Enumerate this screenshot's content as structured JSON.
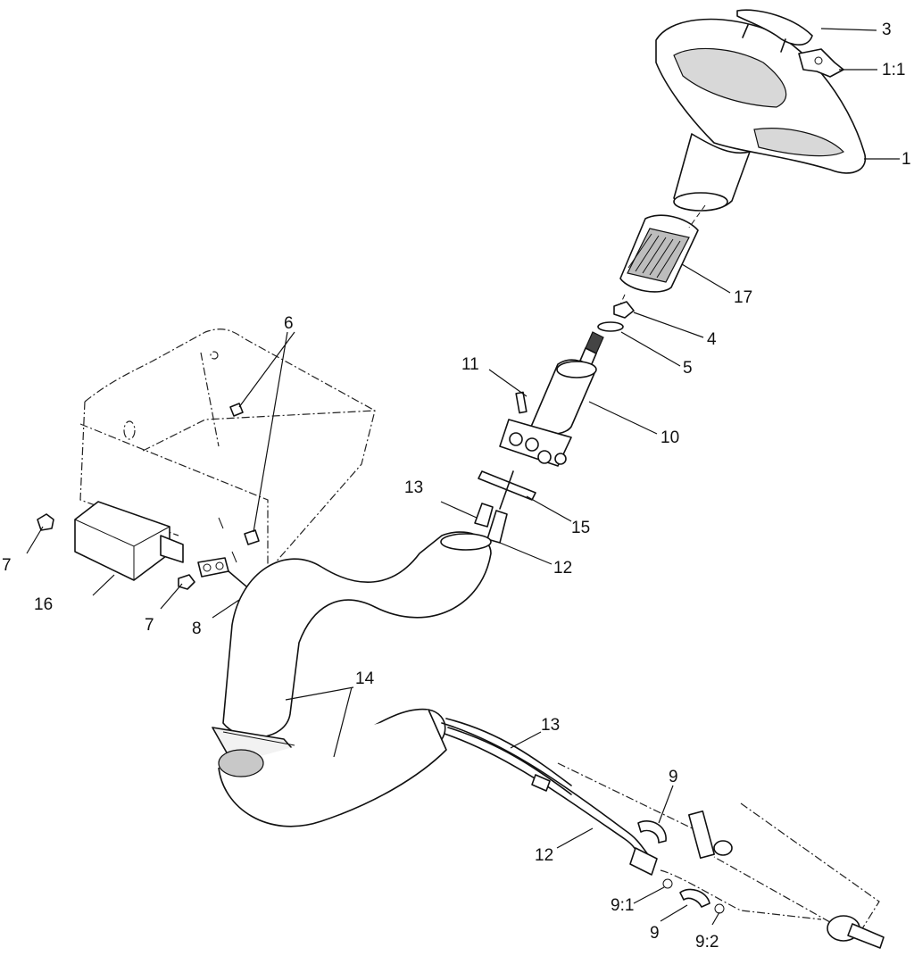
{
  "labels": {
    "l1": "1",
    "l1_1": "1:1",
    "l3": "3",
    "l4": "4",
    "l5": "5",
    "l6": "6",
    "l7a": "7",
    "l7b": "7",
    "l8": "8",
    "l9a": "9",
    "l9b": "9",
    "l9_1": "9:1",
    "l9_2": "9:2",
    "l10": "10",
    "l11": "11",
    "l12a": "12",
    "l12b": "12",
    "l13a": "13",
    "l13b": "13",
    "l14": "14",
    "l15": "15",
    "l16": "16",
    "l17": "17"
  }
}
